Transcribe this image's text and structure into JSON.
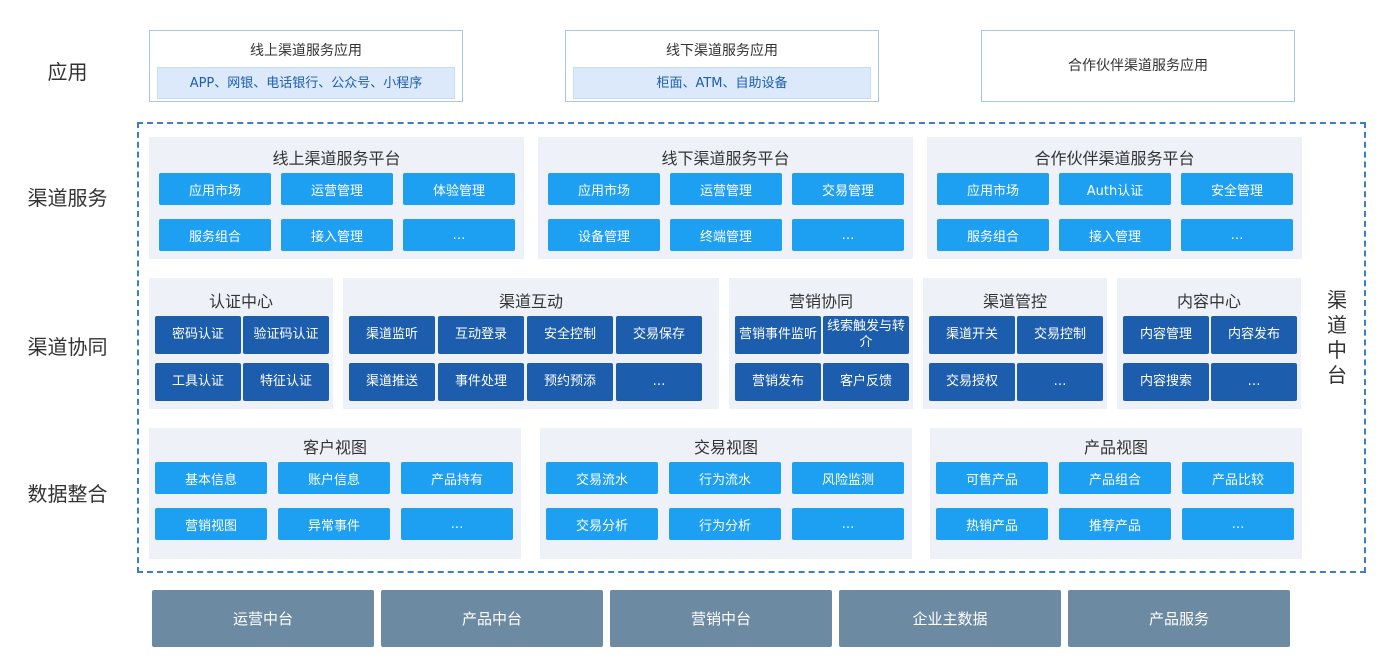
{
  "row_labels": [
    "应用",
    "渠道服务",
    "渠道协同",
    "数据整合"
  ],
  "apps": [
    {
      "title": "线上渠道服务应用",
      "sub": "APP、网银、电话银行、公众号、小程序"
    },
    {
      "title": "线下渠道服务应用",
      "sub": "柜面、ATM、自助设备"
    },
    {
      "title": "合作伙伴渠道服务应用",
      "sub": ""
    }
  ],
  "middle_label": "渠道中台",
  "service_panels": [
    {
      "title": "线上渠道服务平台",
      "items": [
        "应用市场",
        "运营管理",
        "体验管理",
        "服务组合",
        "接入管理",
        "…"
      ]
    },
    {
      "title": "线下渠道服务平台",
      "items": [
        "应用市场",
        "运营管理",
        "交易管理",
        "设备管理",
        "终端管理",
        "…"
      ]
    },
    {
      "title": "合作伙伴渠道服务平台",
      "items": [
        "应用市场",
        "Auth认证",
        "安全管理",
        "服务组合",
        "接入管理",
        "…"
      ]
    }
  ],
  "collab_panels": [
    {
      "title": "认证中心",
      "items": [
        "密码认证",
        "验证码认证",
        "工具认证",
        "特征认证"
      ]
    },
    {
      "title": "渠道互动",
      "items": [
        "渠道监听",
        "互动登录",
        "安全控制",
        "交易保存",
        "渠道推送",
        "事件处理",
        "预约预添",
        "…"
      ]
    },
    {
      "title": "营销协同",
      "items": [
        "营销事件监听",
        "线索触发与转介",
        "营销发布",
        "客户反馈"
      ]
    },
    {
      "title": "渠道管控",
      "items": [
        "渠道开关",
        "交易控制",
        "交易授权",
        "…"
      ]
    },
    {
      "title": "内容中心",
      "items": [
        "内容管理",
        "内容发布",
        "内容搜索",
        "…"
      ]
    }
  ],
  "data_panels": [
    {
      "title": "客户视图",
      "items": [
        "基本信息",
        "账户信息",
        "产品持有",
        "营销视图",
        "异常事件",
        "…"
      ]
    },
    {
      "title": "交易视图",
      "items": [
        "交易流水",
        "行为流水",
        "风险监测",
        "交易分析",
        "行为分析",
        "…"
      ]
    },
    {
      "title": "产品视图",
      "items": [
        "可售产品",
        "产品组合",
        "产品比较",
        "热销产品",
        "推荐产品",
        "…"
      ]
    }
  ],
  "bottom_items": [
    "运营中台",
    "产品中台",
    "营销中台",
    "企业主数据",
    "产品服务"
  ],
  "colors": {
    "cyan_button": "#1da0f2",
    "navy_button": "#1d5dae",
    "panel_bg": "#eef1f8",
    "bottom_bar": "#6d8aa3",
    "dashed_border": "#3d7fc6"
  }
}
